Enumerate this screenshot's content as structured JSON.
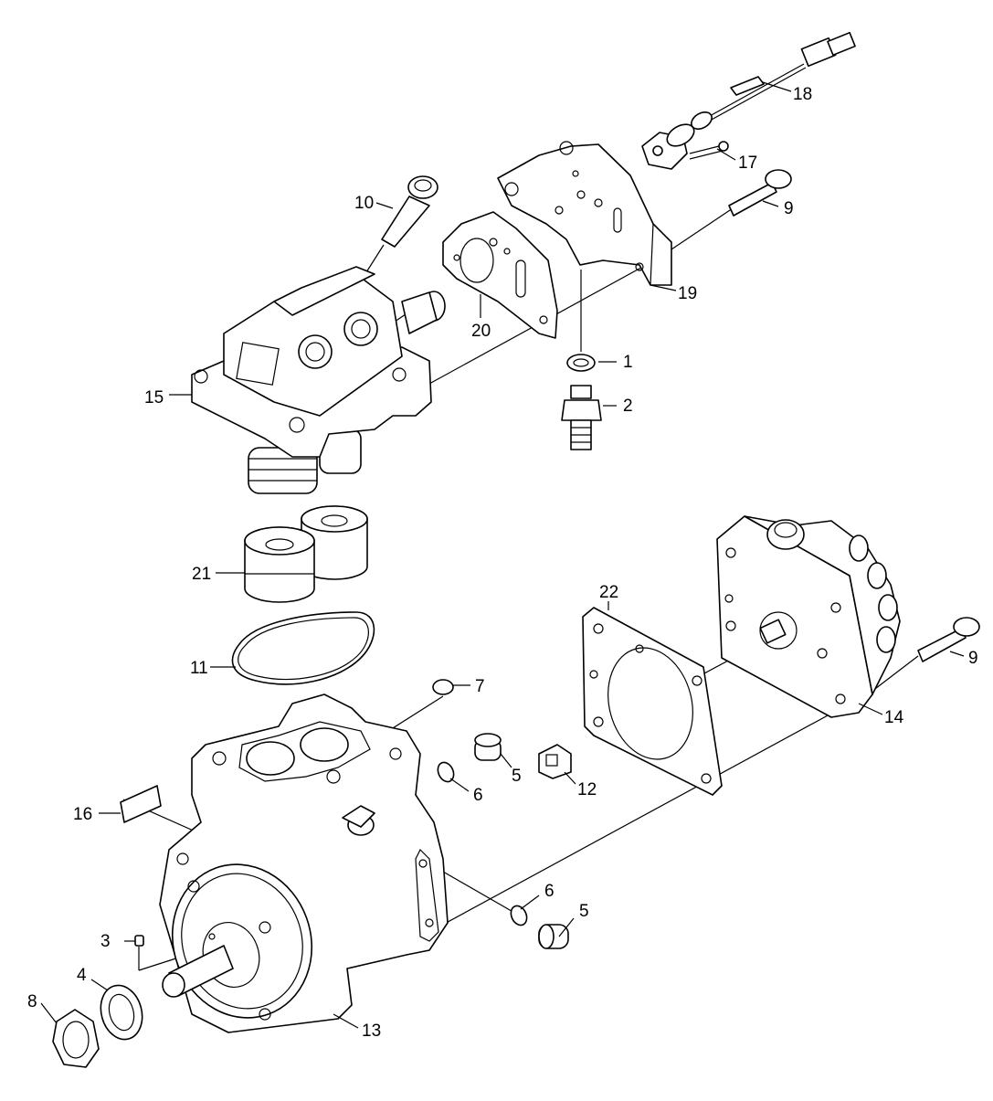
{
  "labels": {
    "l1": "1",
    "l2": "2",
    "l3": "3",
    "l4": "4",
    "l5a": "5",
    "l5b": "5",
    "l6a": "6",
    "l6b": "6",
    "l7": "7",
    "l8": "8",
    "l9a": "9",
    "l9b": "9",
    "l10": "10",
    "l11": "11",
    "l12": "12",
    "l13": "13",
    "l14": "14",
    "l15": "15",
    "l16": "16",
    "l17": "17",
    "l18": "18",
    "l19": "19",
    "l20": "20",
    "l21": "21",
    "l22": "22"
  }
}
